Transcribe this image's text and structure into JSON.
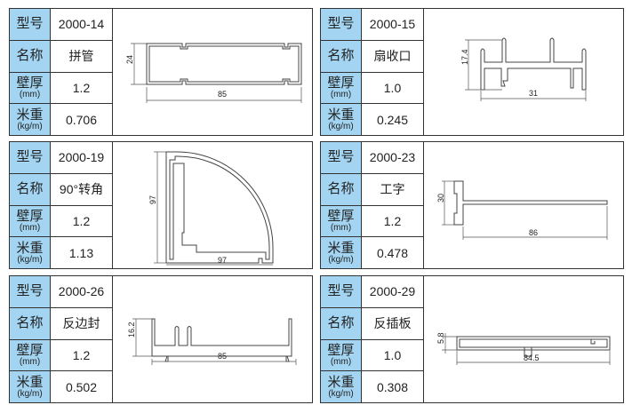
{
  "labels": {
    "model": "型号",
    "name": "名称",
    "wall": "壁厚",
    "wall_unit": "(mm)",
    "weight": "米重",
    "weight_unit": "(kg/m)"
  },
  "products": [
    {
      "model": "2000-14",
      "name": "拼管",
      "wall": "1.2",
      "weight": "0.706",
      "dims": [
        "24",
        "85"
      ]
    },
    {
      "model": "2000-15",
      "name": "扇收口",
      "wall": "1.0",
      "weight": "0.245",
      "dims": [
        "17.4",
        "31"
      ]
    },
    {
      "model": "2000-19",
      "name": "90°转角",
      "wall": "1.2",
      "weight": "1.13",
      "dims": [
        "97",
        "97"
      ]
    },
    {
      "model": "2000-23",
      "name": "工字",
      "wall": "1.2",
      "weight": "0.478",
      "dims": [
        "30",
        "86"
      ]
    },
    {
      "model": "2000-26",
      "name": "反边封",
      "wall": "1.2",
      "weight": "0.502",
      "dims": [
        "16.2",
        "85"
      ]
    },
    {
      "model": "2000-29",
      "name": "反插板",
      "wall": "1.0",
      "weight": "0.308",
      "dims": [
        "5.8",
        "84.5"
      ]
    }
  ]
}
